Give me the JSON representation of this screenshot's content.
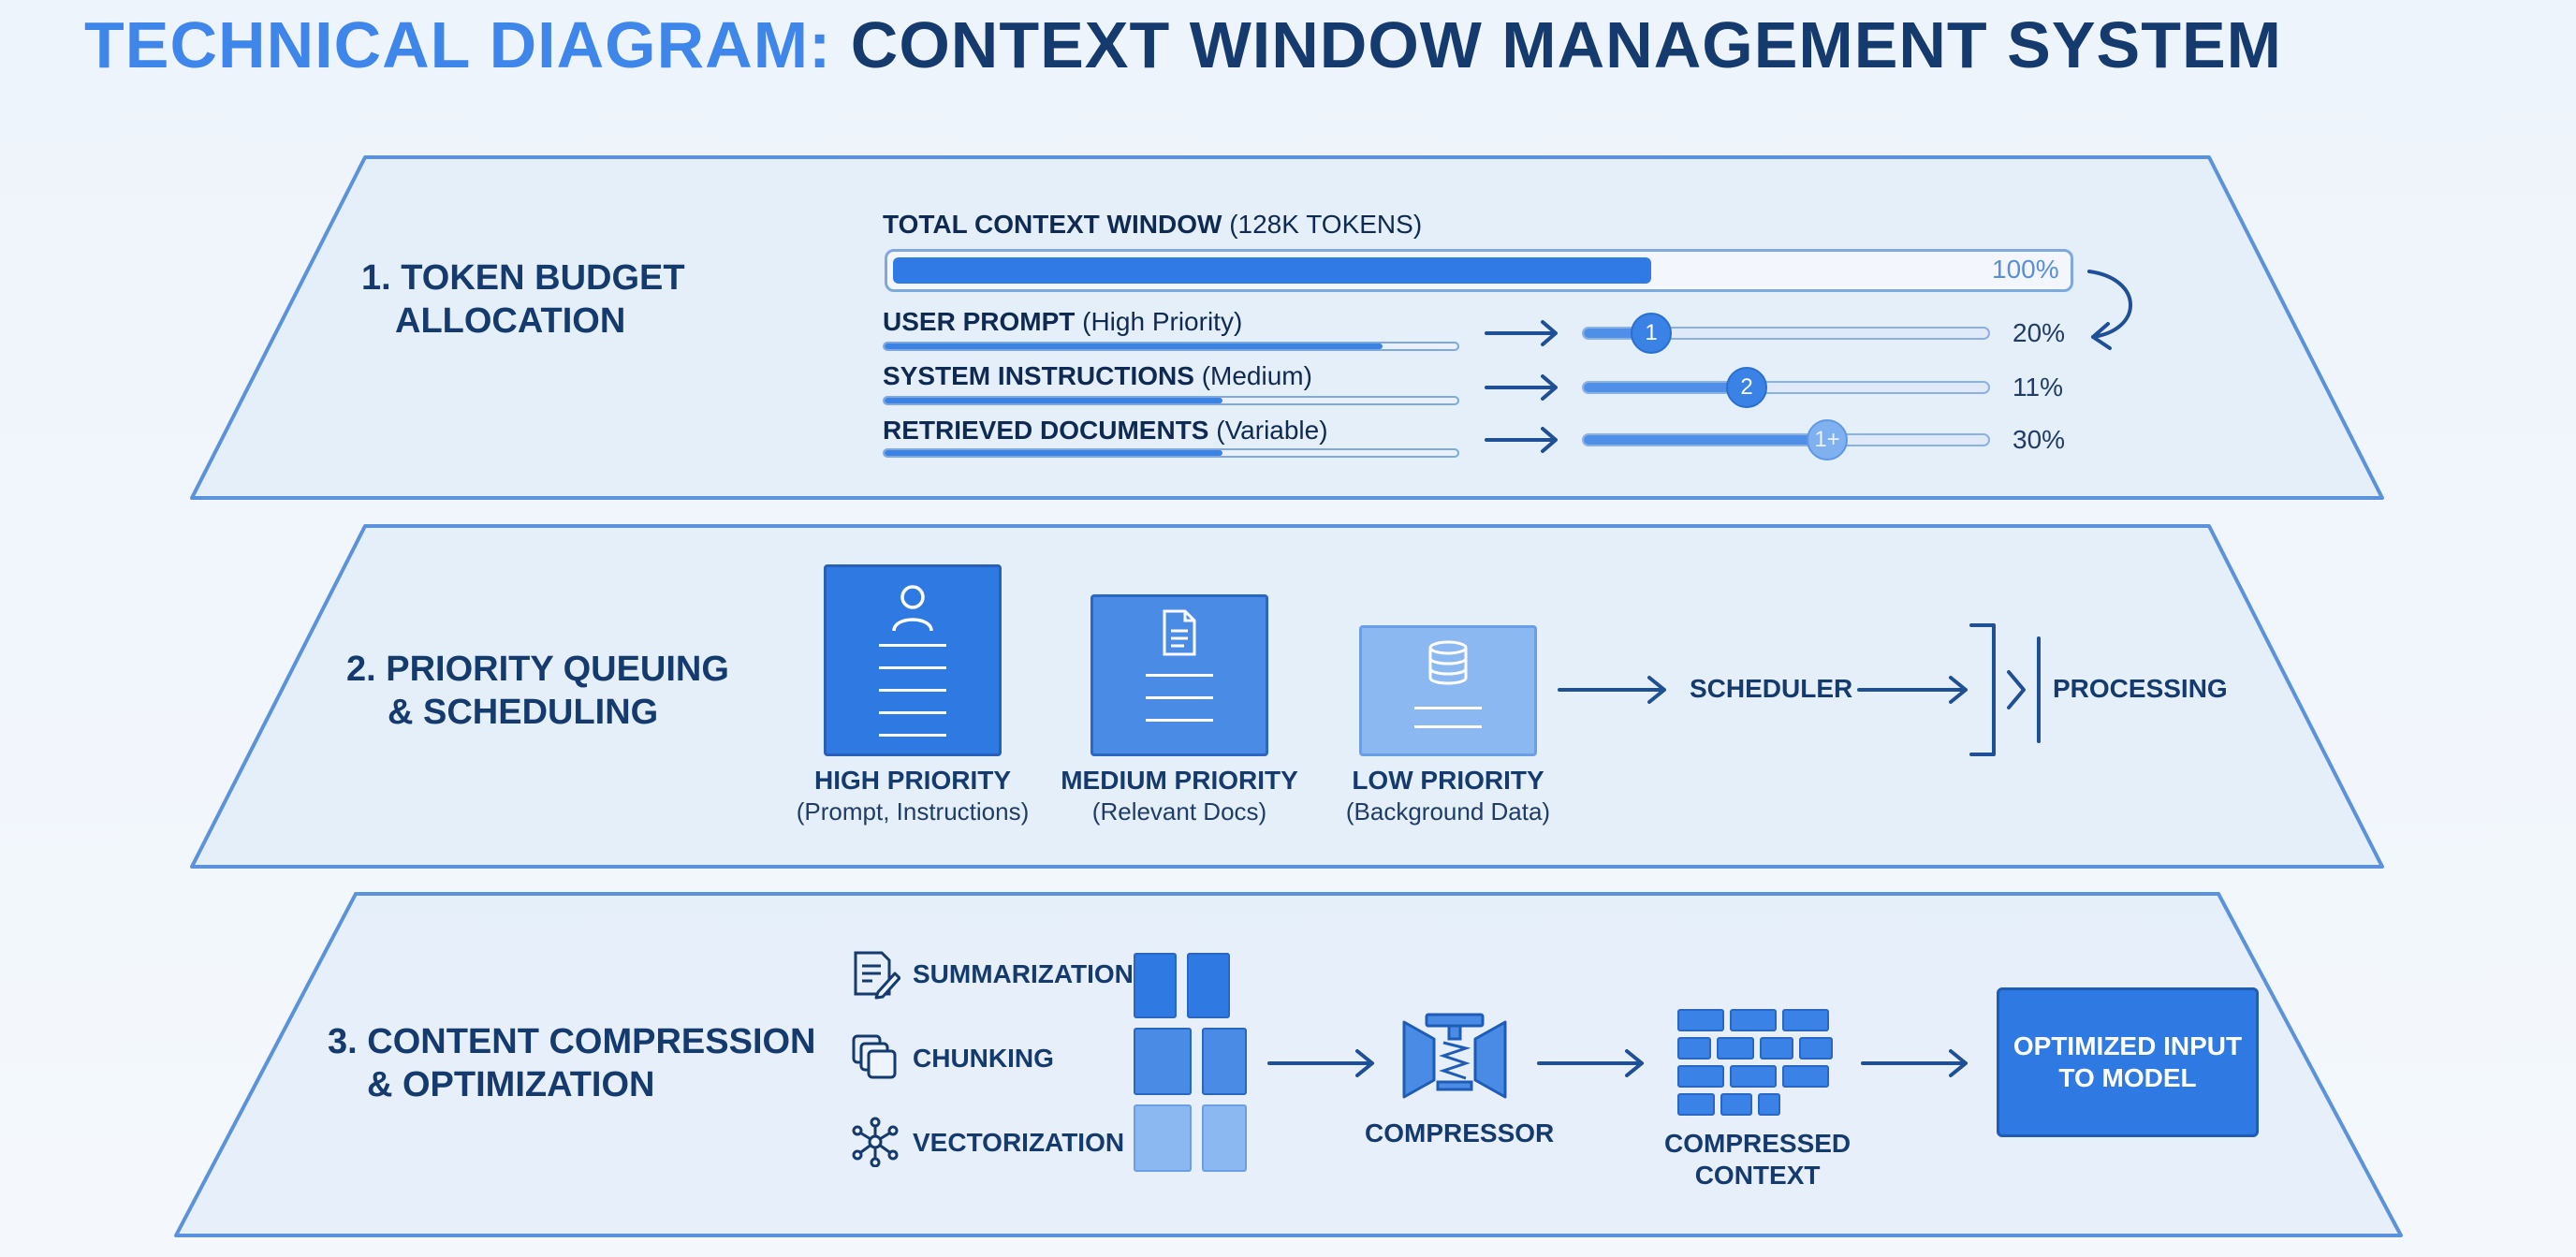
{
  "title": {
    "prefix": "TECHNICAL DIAGRAM:",
    "main": "CONTEXT WINDOW MANAGEMENT SYSTEM"
  },
  "section1": {
    "title_line1": "1. TOKEN BUDGET",
    "title_line2": "ALLOCATION",
    "total_label_bold": "TOTAL CONTEXT WINDOW",
    "total_label_rest": " (128K TOKENS)",
    "total_percent": "100%",
    "total_fill": 0.65,
    "rows": [
      {
        "label_bold": "USER PROMPT",
        "label_rest": " (High Priority)",
        "bar_fill": 0.87,
        "knob": "1",
        "slider_fill": 0.17,
        "percent": "20%"
      },
      {
        "label_bold": "SYSTEM INSTRUCTIONS",
        "label_rest": " (Medium)",
        "bar_fill": 0.59,
        "knob": "2",
        "slider_fill": 0.4,
        "percent": "11%"
      },
      {
        "label_bold": "RETRIEVED DOCUMENTS",
        "label_rest": " (Variable)",
        "bar_fill": 0.59,
        "knob": "1+",
        "slider_fill": 0.6,
        "percent": "30%"
      }
    ]
  },
  "section2": {
    "title_line1": "2. PRIORITY QUEUING",
    "title_line2": "& SCHEDULING",
    "queues": [
      {
        "name": "HIGH PRIORITY",
        "detail": "(Prompt, Instructions)",
        "icon": "user-icon",
        "color": "#2f79e3"
      },
      {
        "name": "MEDIUM PRIORITY",
        "detail": "(Relevant Docs)",
        "icon": "document-icon",
        "color": "#4a8be6"
      },
      {
        "name": "LOW PRIORITY",
        "detail": "(Background Data)",
        "icon": "database-icon",
        "color": "#8bb8f0"
      }
    ],
    "scheduler": "SCHEDULER",
    "processing": "PROCESSING"
  },
  "section3": {
    "title_line1": "3. CONTENT COMPRESSION",
    "title_line2": "& OPTIMIZATION",
    "methods": [
      {
        "label": "SUMMARIZATION",
        "icon": "summarize-icon"
      },
      {
        "label": "CHUNKING",
        "icon": "chunks-icon"
      },
      {
        "label": "VECTORIZATION",
        "icon": "network-icon"
      }
    ],
    "compressor": "COMPRESSOR",
    "compressed_line1": "COMPRESSED",
    "compressed_line2": "CONTEXT",
    "optimized_line1": "OPTIMIZED INPUT",
    "optimized_line2": "TO MODEL"
  },
  "colors": {
    "accent": "#3b82e6",
    "dark": "#143a6e",
    "panel_fill": "#e3edf9",
    "panel_stroke": "#5b92dc"
  }
}
